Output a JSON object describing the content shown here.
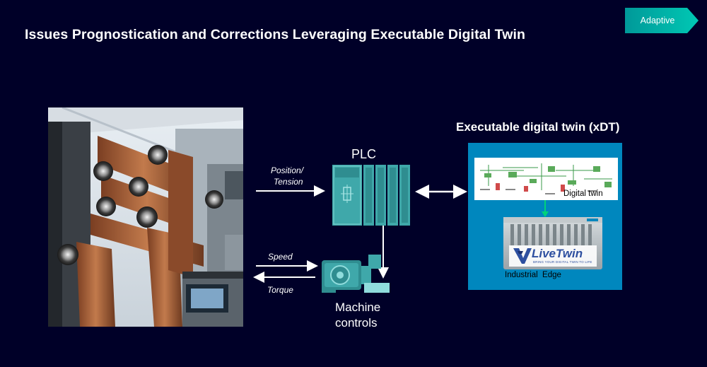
{
  "header": {
    "title": "Issues Prognostication and Corrections Leveraging Executable Digital Twin",
    "badge": "Adaptive"
  },
  "diagram": {
    "plc_label": "PLC",
    "xdt_title": "Executable digital twin (xDT)",
    "digital_twin_label": "Digital twin",
    "logo_text": "LiveTwin",
    "logo_tagline": "BRING YOUR DIGITAL TWIN TO LIFE",
    "industrial_edge_label": "Industrial  Edge",
    "position_label_line1": "Position/",
    "position_label_line2": "Tension",
    "speed_label": "Speed",
    "torque_label": "Torque",
    "machine_controls_line1": "Machine",
    "machine_controls_line2": "controls"
  },
  "colors": {
    "background": "#000028",
    "badge": "#00c1b6",
    "xdt_box": "#0087be",
    "plc_cyan": "#41aaaa",
    "copper": "#b66a3e"
  }
}
